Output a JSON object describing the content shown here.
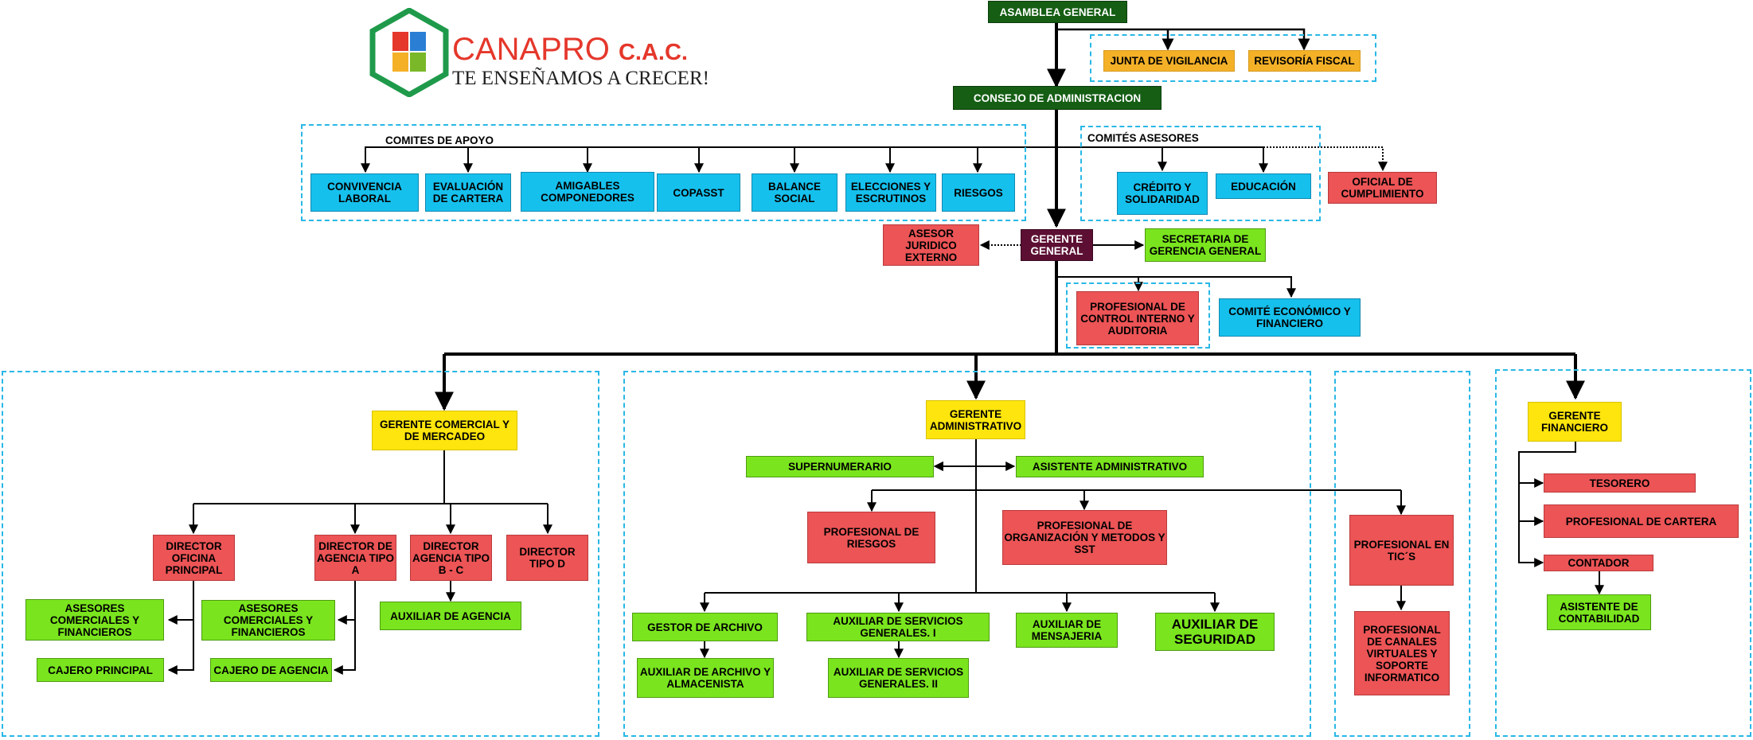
{
  "logo": {
    "brand_main": "CANAPRO",
    "brand_suffix": "C.A.C.",
    "slogan": "TE ENSEÑAMOS A CRECER!",
    "icon": "canapro-cube-logo-icon",
    "colors": {
      "ring": "#1f9a4b",
      "brand": "#e5372b"
    }
  },
  "colors": {
    "dark_green": "#155e14",
    "orange": "#f4b128",
    "blue": "#16c0ed",
    "red": "#ec5456",
    "green": "#7ae51e",
    "yellow": "#fde50d",
    "maroon": "#5c0f33",
    "dashed_border": "#29b7e6"
  },
  "top": {
    "asamblea": "ASAMBLEA GENERAL",
    "junta": "JUNTA DE VIGILANCIA",
    "revisoria": "REVISORÍA FISCAL",
    "consejo": "CONSEJO DE ADMINISTRACION"
  },
  "comites_apoyo": {
    "label": "COMITES DE APOYO",
    "items": [
      "CONVIVENCIA LABORAL",
      "EVALUACIÓN DE CARTERA",
      "AMIGABLES COMPONEDORES",
      "COPASST",
      "BALANCE SOCIAL",
      "ELECCIONES Y ESCRUTINOS",
      "RIESGOS"
    ]
  },
  "comites_asesores": {
    "label": "COMITÉS ASESORES",
    "items": [
      "CRÉDITO Y SOLIDARIDAD",
      "EDUCACIÓN"
    ]
  },
  "oficial": "OFICIAL DE CUMPLIMIENTO",
  "gerencia": {
    "gerente": "GERENTE GENERAL",
    "asesor": "ASESOR JURIDICO EXTERNO",
    "secretaria": "SECRETARIA DE GERENCIA GENERAL",
    "control": "PROFESIONAL DE CONTROL INTERNO Y AUDITORIA",
    "comite_economico": "COMITÉ ECONÓMICO Y FINANCIERO"
  },
  "comercial": {
    "gerente": "GERENTE COMERCIAL Y DE MERCADEO",
    "dir_principal": "DIRECTOR OFICINA PRINCIPAL",
    "dir_a": "DIRECTOR DE AGENCIA TIPO A",
    "dir_bc": "DIRECTOR AGENCIA TIPO B - C",
    "dir_d": "DIRECTOR TIPO D",
    "asesores_1": "ASESORES COMERCIALES Y FINANCIEROS",
    "cajero_principal": "CAJERO PRINCIPAL",
    "asesores_2": "ASESORES COMERCIALES Y FINANCIEROS",
    "cajero_agencia": "CAJERO DE AGENCIA",
    "auxiliar_agencia": "AUXILIAR DE AGENCIA"
  },
  "administrativo": {
    "gerente": "GERENTE ADMINISTRATIVO",
    "supernumerario": "SUPERNUMERARIO",
    "asistente": "ASISTENTE ADMINISTRATIVO",
    "prof_riesgos": "PROFESIONAL DE RIESGOS",
    "prof_org": "PROFESIONAL DE ORGANIZACIÓN Y METODOS Y SST",
    "gestor_archivo": "GESTOR DE ARCHIVO",
    "aux_archivo": "AUXILIAR DE ARCHIVO Y ALMACENISTA",
    "aux_serv_1": "AUXILIAR DE SERVICIOS GENERALES. I",
    "aux_serv_2": "AUXILIAR DE SERVICIOS GENERALES. II",
    "aux_mensajeria": "AUXILIAR DE MENSAJERIA",
    "aux_seguridad": "AUXILIAR DE SEGURIDAD"
  },
  "tic": {
    "prof_tic": "PROFESIONAL EN TIC´S",
    "prof_canales": "PROFESIONAL DE CANALES VIRTUALES Y SOPORTE INFORMATICO"
  },
  "financiero": {
    "gerente": "GERENTE FINANCIERO",
    "tesorero": "TESORERO",
    "prof_cartera": "PROFESIONAL DE CARTERA",
    "contador": "CONTADOR",
    "asistente_contab": "ASISTENTE DE CONTABILIDAD"
  }
}
